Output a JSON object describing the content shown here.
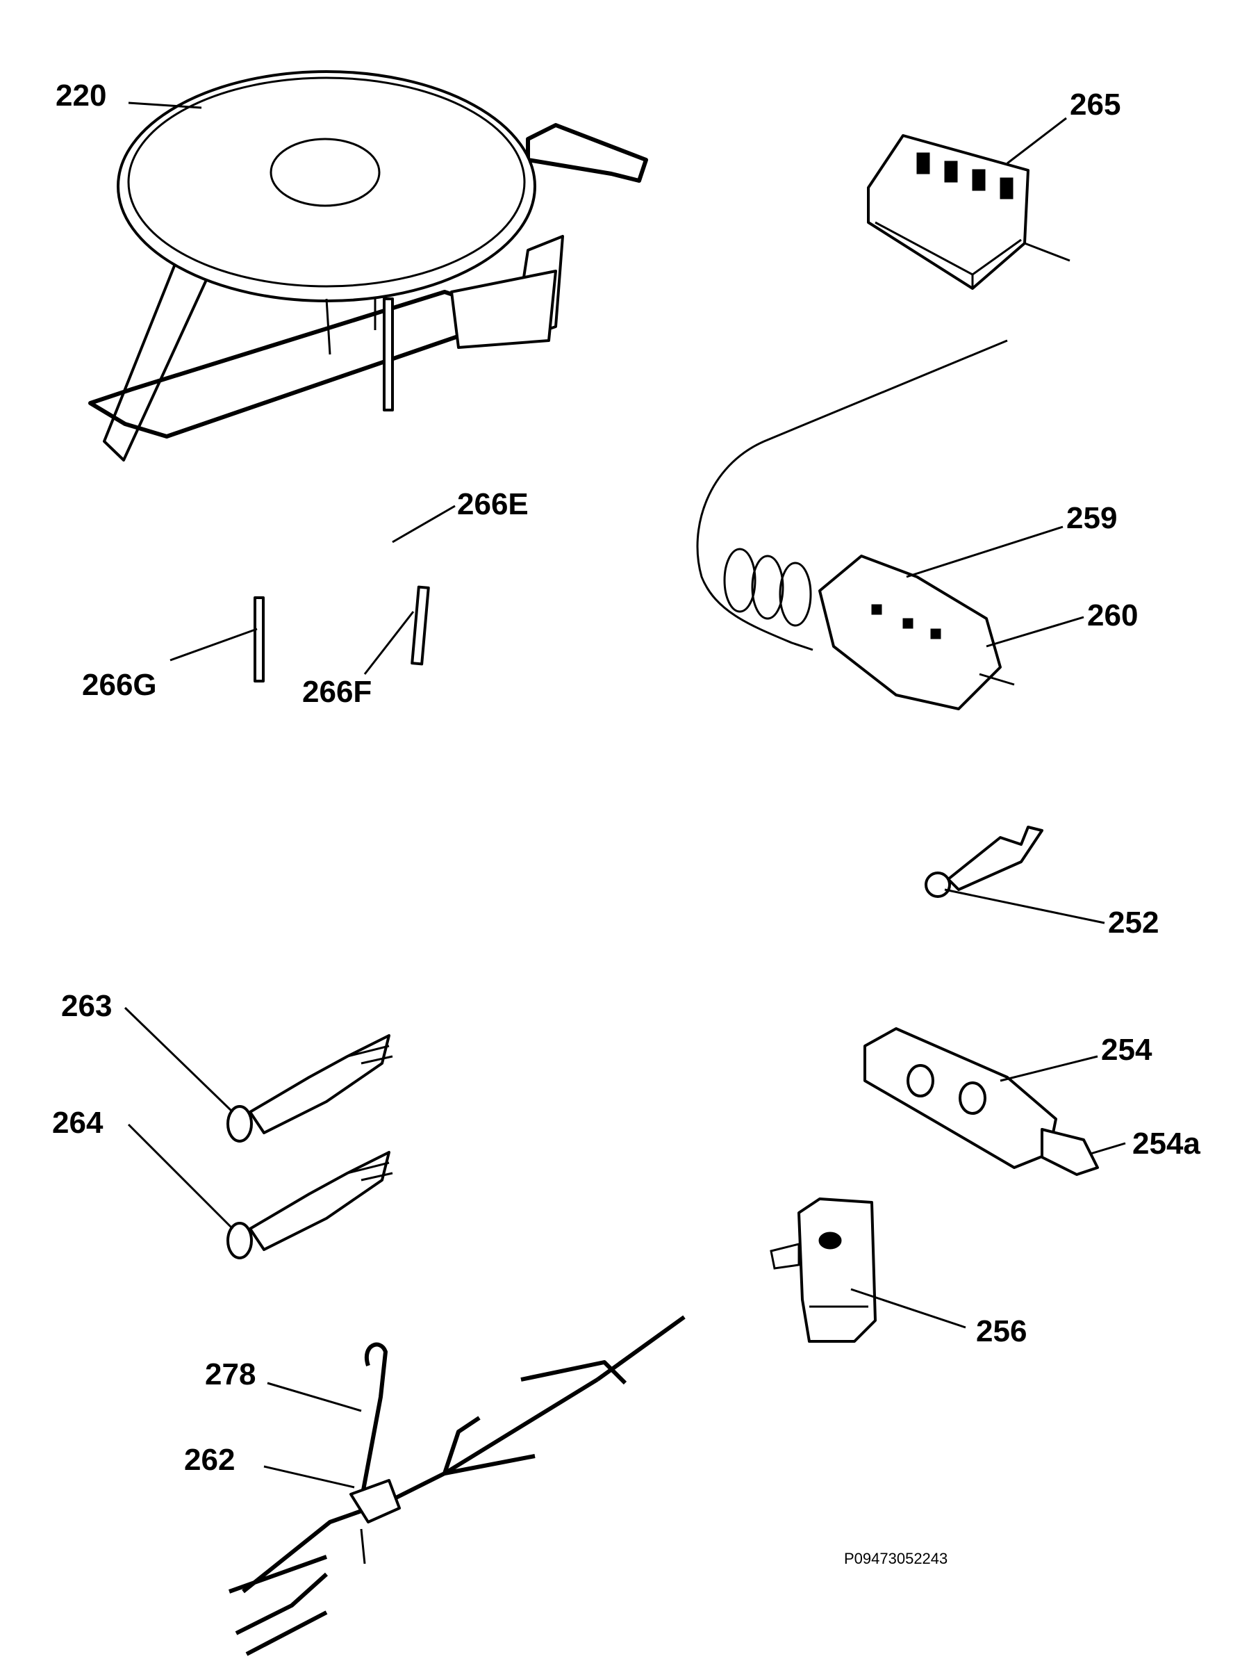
{
  "diagram": {
    "reference_code": "P09473052243",
    "parts": [
      {
        "id": "p220",
        "label": "220"
      },
      {
        "id": "p265",
        "label": "265"
      },
      {
        "id": "p266E",
        "label": "266E"
      },
      {
        "id": "p266G",
        "label": "266G"
      },
      {
        "id": "p266F",
        "label": "266F"
      },
      {
        "id": "p259",
        "label": "259"
      },
      {
        "id": "p260",
        "label": "260"
      },
      {
        "id": "p252",
        "label": "252"
      },
      {
        "id": "p263",
        "label": "263"
      },
      {
        "id": "p264",
        "label": "264"
      },
      {
        "id": "p254",
        "label": "254"
      },
      {
        "id": "p254a",
        "label": "254a"
      },
      {
        "id": "p256",
        "label": "256"
      },
      {
        "id": "p278",
        "label": "278"
      },
      {
        "id": "p262",
        "label": "262"
      }
    ]
  }
}
